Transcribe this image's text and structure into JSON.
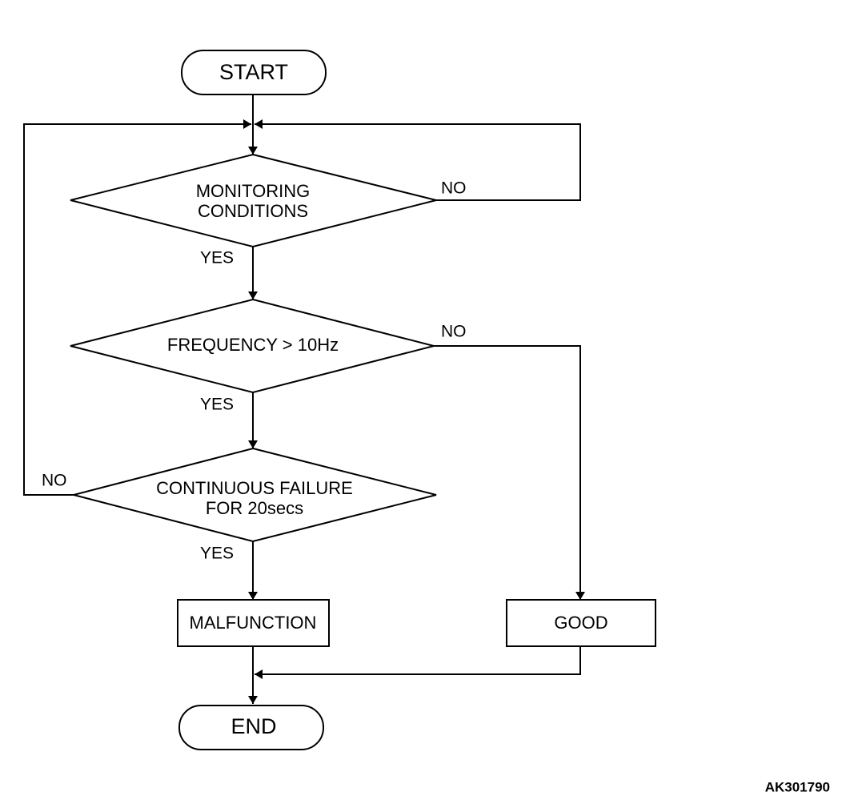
{
  "flowchart": {
    "start": "START",
    "end": "END",
    "decisions": [
      {
        "lines": [
          "MONITORING",
          "CONDITIONS"
        ],
        "yes_label": "YES",
        "no_label": "NO"
      },
      {
        "lines": [
          "FREQUENCY > 10Hz"
        ],
        "yes_label": "YES",
        "no_label": "NO"
      },
      {
        "lines": [
          "CONTINUOUS FAILURE",
          "FOR 20secs"
        ],
        "yes_label": "YES",
        "no_label": "NO"
      }
    ],
    "malfunction": "MALFUNCTION",
    "good": "GOOD"
  },
  "figure_code": "AK301790"
}
